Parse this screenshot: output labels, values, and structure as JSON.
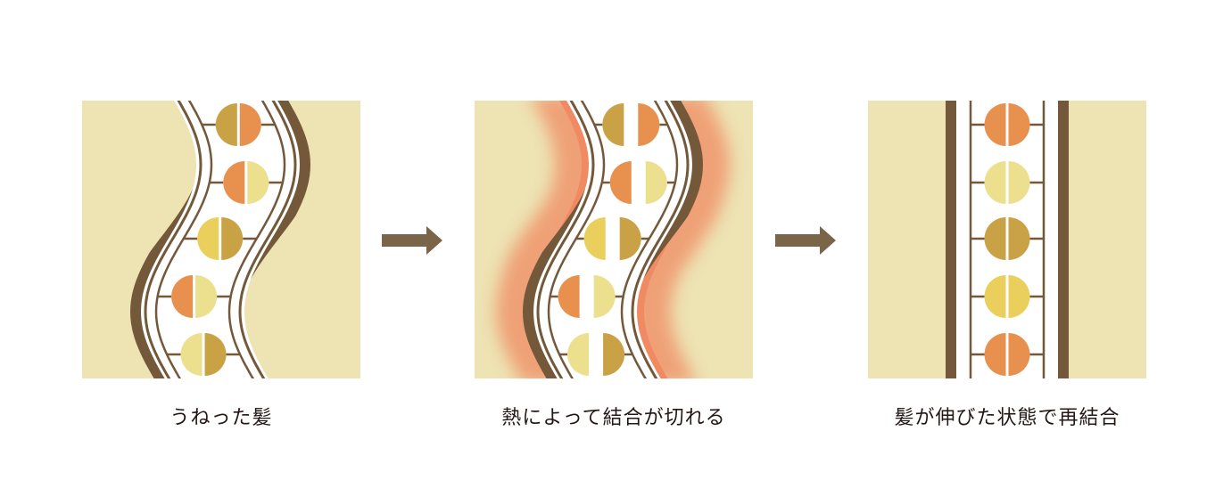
{
  "colors": {
    "panel_background": "#ede3b3",
    "strand": "#73583a",
    "strand_fill": "#ffffff",
    "orange": "#e8914e",
    "mustard": "#c9a246",
    "pale_yellow": "#ece08f",
    "yellow": "#ebcf5c",
    "heat": "#f08a62",
    "arrow": "#7a6549",
    "caption_text": "#231815"
  },
  "panels": [
    {
      "caption": "うねった髪",
      "bonds": [
        {
          "left": "#c9a246",
          "right": "#e8914e"
        },
        {
          "left": "#e8914e",
          "right": "#ece08f"
        },
        {
          "left": "#ebcf5c",
          "right": "#c9a246"
        },
        {
          "left": "#e8914e",
          "right": "#ece08f"
        },
        {
          "left": "#ece08f",
          "right": "#c9a246"
        }
      ]
    },
    {
      "caption": "熱によって結合が切れる",
      "bonds": [
        {
          "left": "#c9a246",
          "right": "#e8914e"
        },
        {
          "left": "#e8914e",
          "right": "#ece08f"
        },
        {
          "left": "#ebcf5c",
          "right": "#c9a246"
        },
        {
          "left": "#e8914e",
          "right": "#ece08f"
        },
        {
          "left": "#ece08f",
          "right": "#c9a246"
        }
      ]
    },
    {
      "caption": "髪が伸びた状態で再結合",
      "bonds": [
        {
          "left": "#e8914e",
          "right": "#e8914e"
        },
        {
          "left": "#ece08f",
          "right": "#ece08f"
        },
        {
          "left": "#c9a246",
          "right": "#c9a246"
        },
        {
          "left": "#ebcf5c",
          "right": "#ebcf5c"
        },
        {
          "left": "#e8914e",
          "right": "#e8914e"
        }
      ]
    }
  ],
  "arrows": [
    {
      "icon": "right-arrow-icon"
    },
    {
      "icon": "right-arrow-icon"
    }
  ]
}
